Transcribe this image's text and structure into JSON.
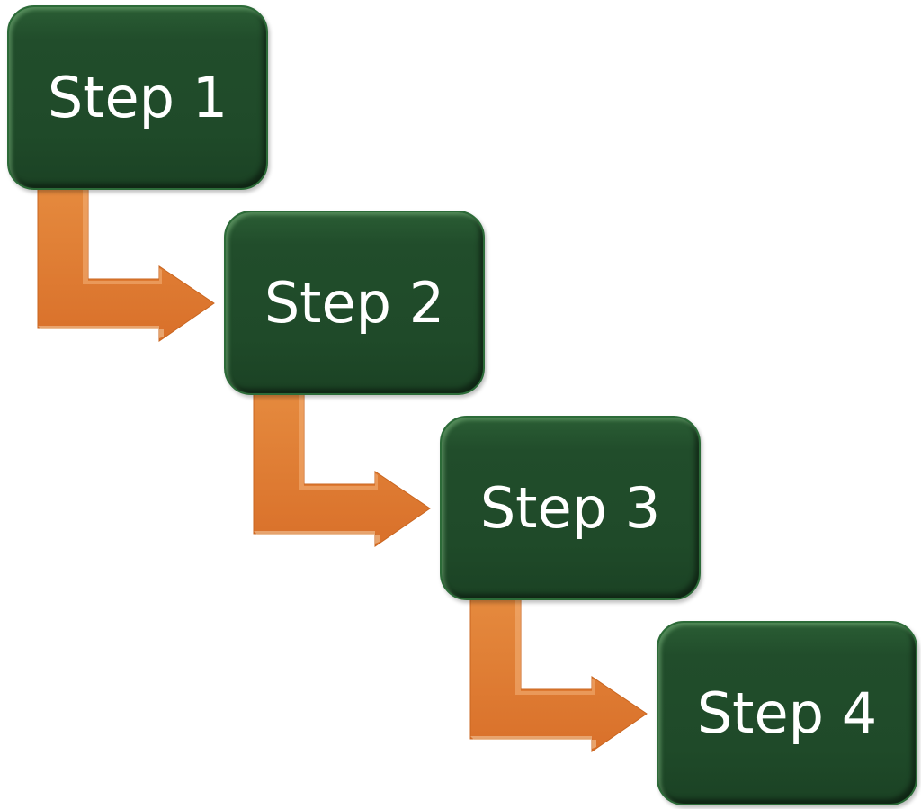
{
  "diagram": {
    "colors": {
      "box_fill": "#1f4a29",
      "box_highlight": "#2c6b38",
      "arrow_fill": "#e07b2e",
      "arrow_highlight": "#f4b27a",
      "text": "#ffffff"
    },
    "steps": [
      {
        "label": "Step 1"
      },
      {
        "label": "Step 2"
      },
      {
        "label": "Step 3"
      },
      {
        "label": "Step 4"
      }
    ],
    "connector_icon": "bent-arrow-right"
  }
}
